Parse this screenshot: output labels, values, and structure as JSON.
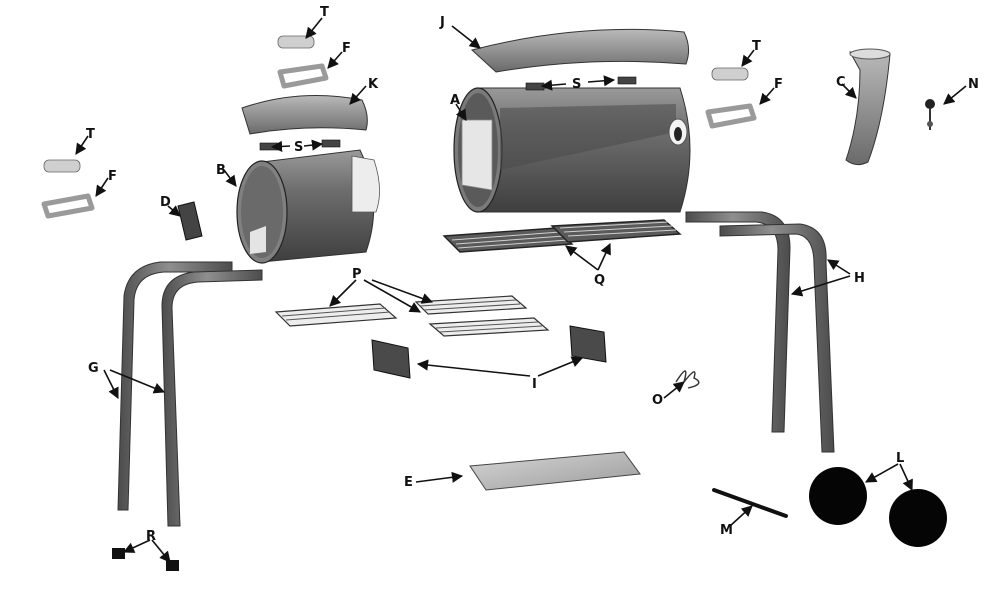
{
  "labels": {
    "A": "A",
    "B": "B",
    "C": "C",
    "D": "D",
    "E": "E",
    "F": "F",
    "G": "G",
    "H": "H",
    "I": "I",
    "J": "J",
    "K": "K",
    "L": "L",
    "M": "M",
    "N": "N",
    "O": "O",
    "P": "P",
    "Q": "Q",
    "R": "R",
    "S": "S",
    "T": "T"
  },
  "colors": {
    "metal_dark": "#5c5c5c",
    "metal_mid": "#7d7d7d",
    "metal_light": "#b5b5b5",
    "rim": "#d8d8d8",
    "wheel": "#050505",
    "ink": "#111111"
  }
}
